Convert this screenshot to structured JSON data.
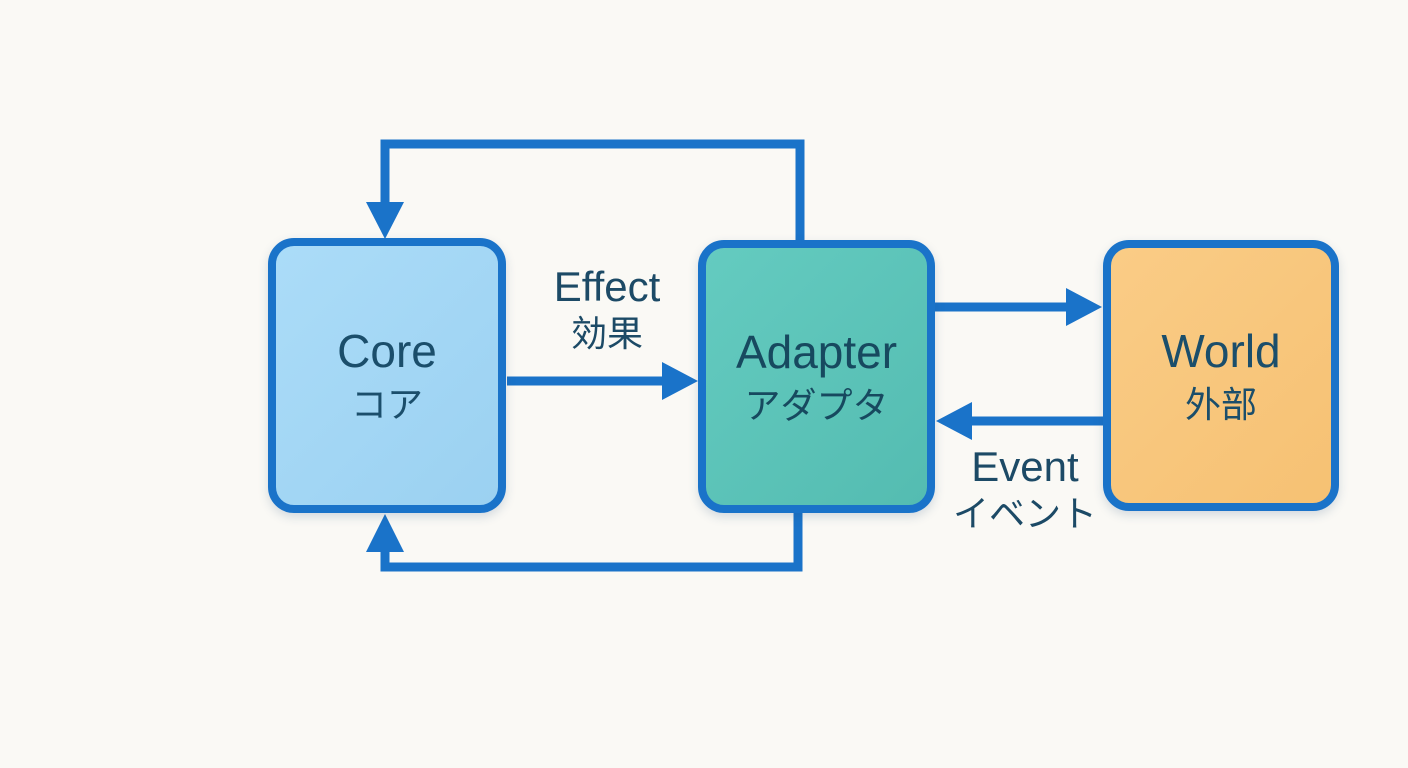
{
  "canvas": {
    "background_color": "#faf9f5"
  },
  "diagram": {
    "arrow_color": "#1a73c9",
    "nodes": [
      {
        "id": "core",
        "label": "Core",
        "sublabel": "コア",
        "fill": "#a1d5f4",
        "border": "#1a73c9",
        "text_color": "#1b4e6b"
      },
      {
        "id": "adapter",
        "label": "Adapter",
        "sublabel": "アダプタ",
        "fill": "#5bc4ba",
        "border": "#1a73c9",
        "text_color": "#17495f"
      },
      {
        "id": "world",
        "label": "World",
        "sublabel": "外部",
        "fill": "#f8c77e",
        "border": "#1a73c9",
        "text_color": "#1b4e6b"
      }
    ],
    "edge_labels": [
      {
        "id": "effect",
        "label": "Effect",
        "sublabel": "効果"
      },
      {
        "id": "event",
        "label": "Event",
        "sublabel": "イベント"
      }
    ],
    "edges": [
      {
        "from": "core",
        "to": "adapter",
        "route": "straight-right",
        "label_ref": "effect"
      },
      {
        "from": "adapter",
        "to": "world",
        "route": "straight-right",
        "label_ref": null
      },
      {
        "from": "world",
        "to": "adapter",
        "route": "straight-left",
        "label_ref": "event"
      },
      {
        "from": "adapter",
        "to": "core",
        "route": "loop-over-top",
        "label_ref": null
      },
      {
        "from": "adapter",
        "to": "core",
        "route": "loop-under-bottom",
        "label_ref": null
      }
    ]
  }
}
